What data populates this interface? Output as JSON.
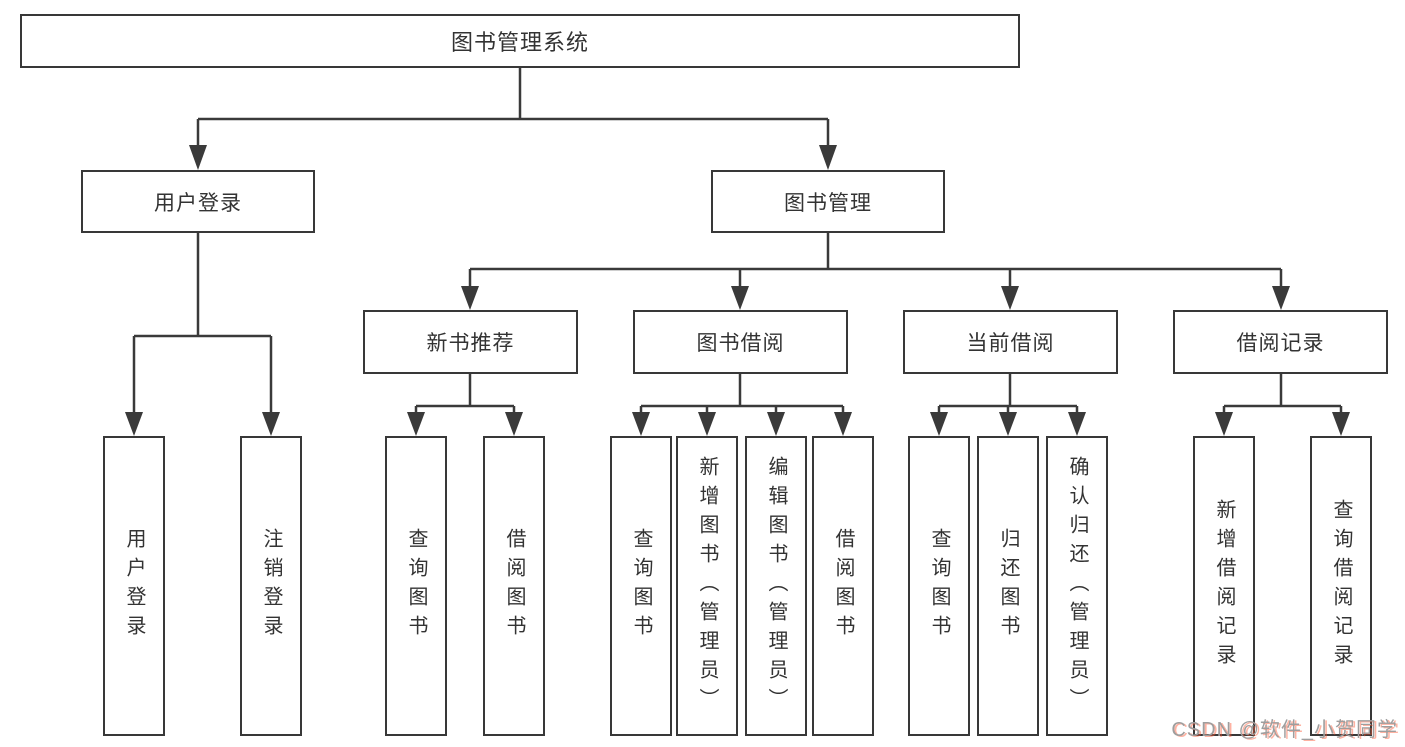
{
  "colors": {
    "line": "#3a3a3a",
    "box_border": "#383838",
    "text": "#333333",
    "background": "#ffffff",
    "watermark_text": "#9e9e9e",
    "watermark_accent": "#fc5531"
  },
  "tree": {
    "label": "图书管理系统",
    "children": [
      {
        "label": "用户登录",
        "children": [
          {
            "label": "用户登录"
          },
          {
            "label": "注销登录"
          }
        ]
      },
      {
        "label": "图书管理",
        "children": [
          {
            "label": "新书推荐",
            "children": [
              {
                "label": "查询图书"
              },
              {
                "label": "借阅图书"
              }
            ]
          },
          {
            "label": "图书借阅",
            "children": [
              {
                "label": "查询图书"
              },
              {
                "label": "新增图书（管理员）"
              },
              {
                "label": "编辑图书（管理员）"
              },
              {
                "label": "借阅图书"
              }
            ]
          },
          {
            "label": "当前借阅",
            "children": [
              {
                "label": "查询图书"
              },
              {
                "label": "归还图书"
              },
              {
                "label": "确认归还（管理员）"
              }
            ]
          },
          {
            "label": "借阅记录",
            "children": [
              {
                "label": "新增借阅记录"
              },
              {
                "label": "查询借阅记录"
              }
            ]
          }
        ]
      }
    ]
  },
  "watermark": "CSDN @软件_小贺同学"
}
